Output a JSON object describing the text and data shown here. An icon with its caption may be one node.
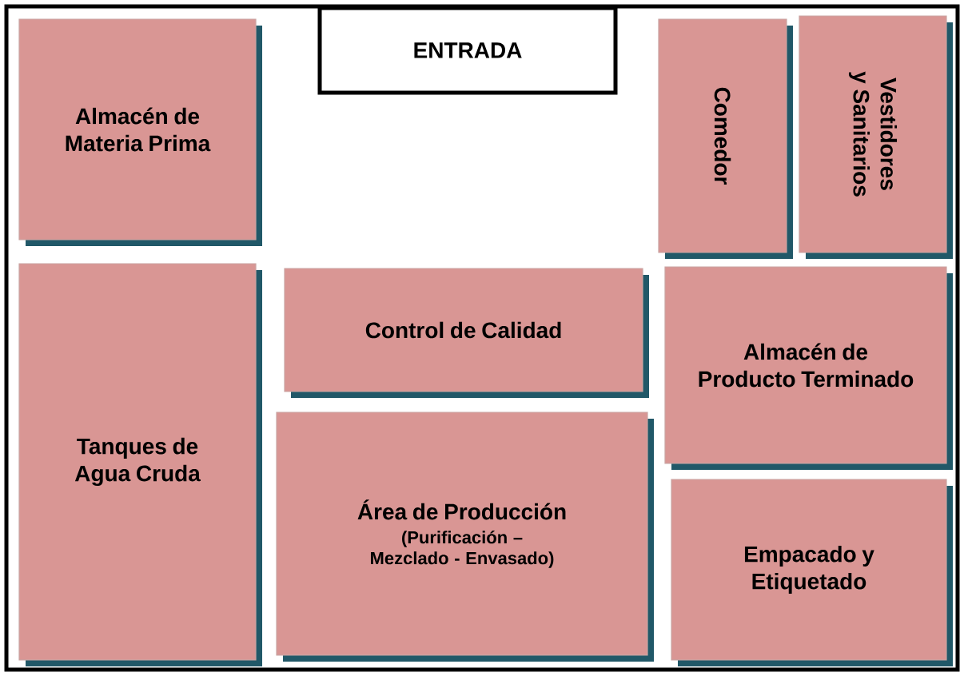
{
  "diagram": {
    "nodes": [
      {
        "text": [
          "Almacén de Materia Prima"
        ]
      },
      {
        "text": [
          "ENTRADA"
        ]
      },
      {
        "text": [
          "Comedor"
        ]
      },
      {
        "text": [
          "Vestidores y Sanitarios"
        ]
      },
      {
        "text": [
          "Tanques de Agua Cruda"
        ]
      },
      {
        "text": [
          "Control de Calidad"
        ]
      },
      {
        "text": [
          "Almacén de Producto Terminado"
        ]
      },
      {
        "text": [
          "Área de Producción",
          "(Purificación – Mezclado - Envasado)"
        ]
      },
      {
        "text": [
          "Empacado y Etiquetado"
        ]
      }
    ]
  }
}
